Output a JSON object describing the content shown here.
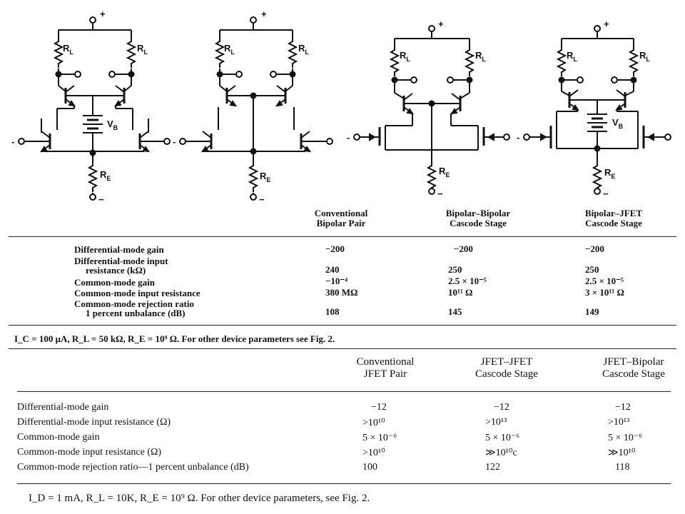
{
  "circuit_labels": {
    "plus": "+",
    "minus": "−",
    "rl": "R",
    "rl_sub": "L",
    "re": "R",
    "re_sub": "E",
    "vb": "V",
    "vb_sub": "B",
    "in_minus": "-"
  },
  "table1": {
    "headers": [
      [
        "Conventional",
        "Bipolar Pair"
      ],
      [
        "Bipolar–Bipolar",
        "Cascode Stage"
      ],
      [
        "Bipolar–JFET",
        "Cascode Stage"
      ]
    ],
    "rows": [
      {
        "label": [
          "Differential-mode gain"
        ],
        "values": [
          "−200",
          "−200",
          "−200"
        ]
      },
      {
        "label": [
          "Differential-mode input",
          "  resistance (kΩ)"
        ],
        "values": [
          "240",
          "250",
          "250"
        ]
      },
      {
        "label": [
          "Common-mode gain"
        ],
        "values": [
          "−10⁻⁴",
          "2.5 × 10⁻⁵",
          "2.5 × 10⁻⁵"
        ]
      },
      {
        "label": [
          "Common-mode input resistance"
        ],
        "values": [
          "380 MΩ",
          "10¹¹ Ω",
          "3 × 10¹¹ Ω"
        ]
      },
      {
        "label": [
          "Common-mode rejection ratio",
          "  1 percent unbalance (dB)"
        ],
        "values": [
          "108",
          "145",
          "149"
        ]
      }
    ],
    "note": "I_C = 100 μA, R_L = 50 kΩ, R_E = 10⁹ Ω. For other device parameters see Fig. 2."
  },
  "table2": {
    "headers": [
      [
        "Conventional",
        "JFET Pair"
      ],
      [
        "JFET–JFET",
        "Cascode Stage"
      ],
      [
        "JFET–Bipolar",
        "Cascode Stage"
      ]
    ],
    "rows": [
      {
        "label": "Differential-mode gain",
        "values": [
          "−12",
          "−12",
          "−12"
        ]
      },
      {
        "label": "Differential-mode input resistance (Ω)",
        "values": [
          ">10¹⁰",
          ">10¹³",
          ">10¹³"
        ]
      },
      {
        "label": "Common-mode gain",
        "values": [
          "5 × 10⁻⁶",
          "5 × 10⁻⁶",
          "5 × 10⁻⁶"
        ]
      },
      {
        "label": "Common-mode input resistance (Ω)",
        "values": [
          ">10¹⁰",
          "≫10¹⁰c",
          "≫10¹⁰"
        ]
      },
      {
        "label": "Common-mode rejection ratio—1 percent unbalance (dB)",
        "values": [
          "100",
          "122",
          "118"
        ]
      }
    ],
    "note": "I_D = 1 mA, R_L = 10K, R_E = 10⁹ Ω. For other device parameters, see Fig. 2."
  }
}
